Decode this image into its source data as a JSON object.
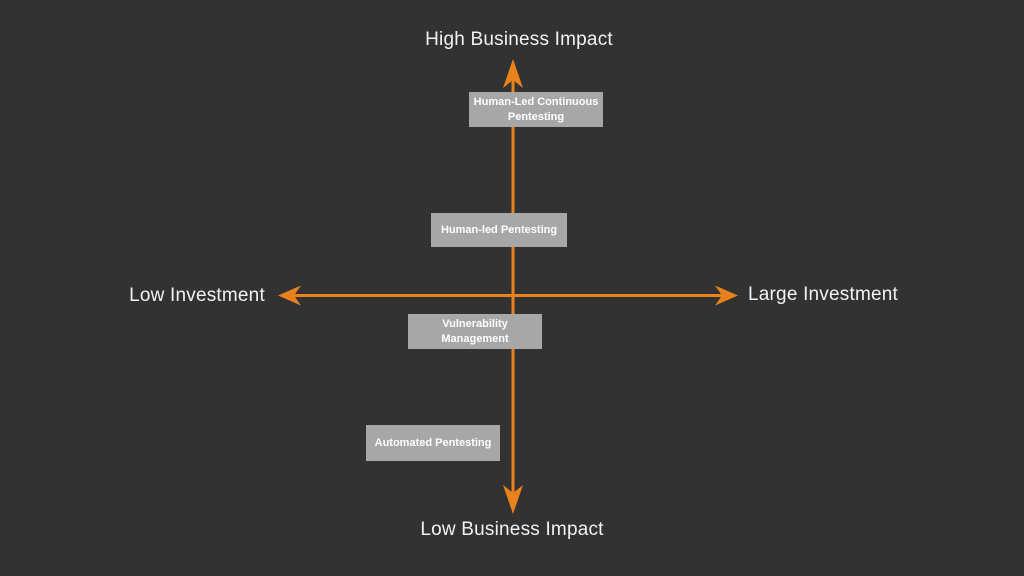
{
  "diagram": {
    "type": "quadrant-matrix",
    "colors": {
      "background": "#323232",
      "arrow": "#E8821D",
      "box_bg": "#A7A7A7",
      "box_text": "#FFFFFF",
      "axis_text": "#F2F2F2"
    },
    "axis_labels": {
      "top": "High Business Impact",
      "bottom": "Low Business Impact",
      "left": "Low Investment",
      "right": "Large Investment"
    },
    "items": [
      {
        "label": "Human-Led Continuous Pentesting",
        "impact": "high",
        "investment": "medium"
      },
      {
        "label": "Human-led Pentesting",
        "impact": "medium-high",
        "investment": "medium"
      },
      {
        "label": "Vulnerability Management",
        "impact": "medium-low",
        "investment": "medium-low"
      },
      {
        "label": "Automated Pentesting",
        "impact": "low",
        "investment": "low"
      }
    ]
  }
}
